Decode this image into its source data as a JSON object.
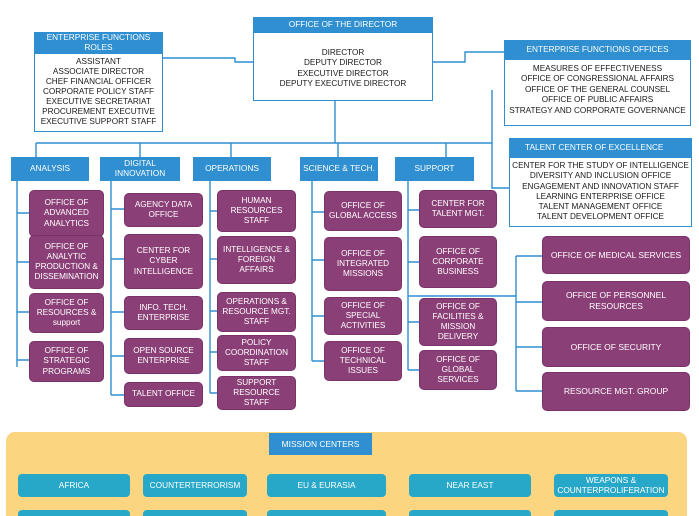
{
  "director_office": {
    "title": "OFFICE OF THE DIRECTOR",
    "lines": [
      "DIRECTOR",
      "DEPUTY DIRECTOR",
      "EXECUTIVE DIRECTOR",
      "DEPUTY EXECUTIVE DIRECTOR"
    ]
  },
  "enterprise_roles": {
    "title_line1": "ENTERPRISE FUNCTIONS",
    "title_line2": "ROLES",
    "lines": [
      "ASSISTANT",
      "ASSOCIATE DIRECTOR",
      "CHEF FINANCIAL OFFICER",
      "CORPORATE POLICY STAFF",
      "EXECUTIVE SECRETARIAT",
      "PROCUREMENT EXECUTIVE",
      "EXECUTIVE SUPPORT STAFF"
    ]
  },
  "enterprise_offices": {
    "title": "ENTERPRISE FUNCTIONS OFFICES",
    "lines": [
      "MEASURES OF EFFECTIVENESS",
      "OFFICE OF CONGRESSIONAL AFFAIRS",
      "OFFICE OF THE GENERAL COUNSEL",
      "OFFICE OF PUBLIC AFFAIRS",
      "STRATEGY AND CORPORATE GOVERNANCE"
    ]
  },
  "talent_center": {
    "title": "TALENT CENTER OF EXCELLENCE",
    "lines": [
      "CENTER FOR THE STUDY OF INTELLIGENCE",
      "DIVERSITY AND INCLUSION OFFICE",
      "ENGAGEMENT AND INNOVATION STAFF",
      "LEARNING ENTERPRISE OFFICE",
      "TALENT MANAGEMENT OFFICE",
      "TALENT DEVELOPMENT OFFICE"
    ]
  },
  "directorates": {
    "analysis": "ANALYSIS",
    "digital_1": "DIGITAL",
    "digital_2": "INNOVATION",
    "operations": "OPERATIONS",
    "science": "SCIENCE & TECH.",
    "support": "SUPPORT"
  },
  "analysis_units": [
    "OFFICE OF\nADVANCED\nANALYTICS",
    "OFFICE OF\nANALYTIC\nPRODUCTION &\nDISSEMINATION",
    "OFFICE OF\nRESOURCES &\nsupport",
    "OFFICE OF\nSTRATEGIC\nPROGRAMS"
  ],
  "digital_units": [
    "AGENCY DATA\nOFFICE",
    "CENTER FOR\nCYBER\nINTELLIGENCE",
    "INFO. TECH.\nENTERPRISE",
    "OPEN SOURCE\nENTERPRISE",
    "TALENT OFFICE"
  ],
  "operations_units": [
    "HUMAN\nRESOURCES\nSTAFF",
    "INTELLIGENCE &\nFOREIGN\nAFFAIRS",
    "OPERATIONS &\nRESOURCE MGT.\nSTAFF",
    "POLICY\nCOORDINATION\nSTAFF",
    "SUPPORT\nRESOURCE\nSTAFF"
  ],
  "science_units": [
    "OFFICE OF\nGLOBAL ACCESS",
    "OFFICE OF\nINTEGRATED\nMISSIONS",
    "OFFICE OF\nSPECIAL\nACTIVITIES",
    "OFFICE OF\nTECHNICAL\nISSUES"
  ],
  "support_units": [
    "CENTER FOR\nTALENT MGT.",
    "OFFICE OF\nCORPORATE\nBUSINESS",
    "OFFICE OF\nFACILITIES &\nMISSION\nDELIVERY",
    "OFFICE OF\nGLOBAL\nSERVICES"
  ],
  "support_right_units": [
    "OFFICE OF MEDICAL SERVICES",
    "OFFICE OF PERSONNEL\nRESOURCES",
    "OFFICE OF SECURITY",
    "RESOURCE MGT. GROUP"
  ],
  "mission_centers": {
    "title": "MISSION CENTERS",
    "items": [
      "AFRICA",
      "COUNTERTERRORISM",
      "EU & EURASIA",
      "NEAR EAST",
      "WEAPONS &\nCOUNTERPROLIFERATION"
    ]
  },
  "colors": {
    "header_blue": "#2f8fd0",
    "unit_purple": "#8b3f77",
    "mission_band": "#fbd580",
    "mission_teal": "#28a8c8"
  }
}
